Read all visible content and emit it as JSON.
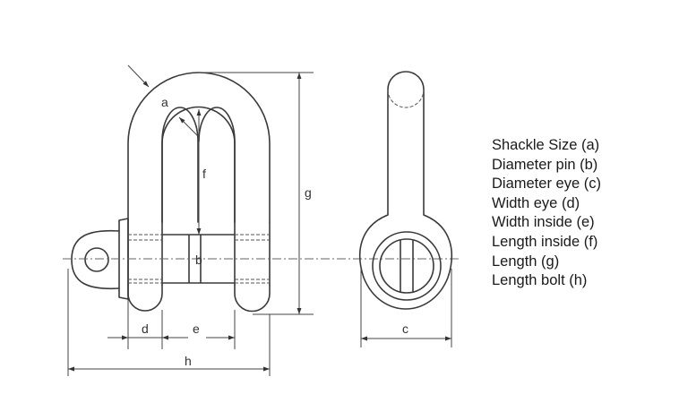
{
  "labels": {
    "a": "a",
    "b": "b",
    "c": "c",
    "d": "d",
    "e": "e",
    "f": "f",
    "g": "g",
    "h": "h"
  },
  "legend": [
    "Shackle Size (a)",
    "Diameter pin (b)",
    "Diameter eye (c)",
    "Width eye (d)",
    "Width inside (e)",
    "Length inside (f)",
    "Length (g)",
    "Length bolt (h)"
  ],
  "colors": {
    "stroke": "#3a3a3a",
    "text": "#1a1a1a"
  }
}
